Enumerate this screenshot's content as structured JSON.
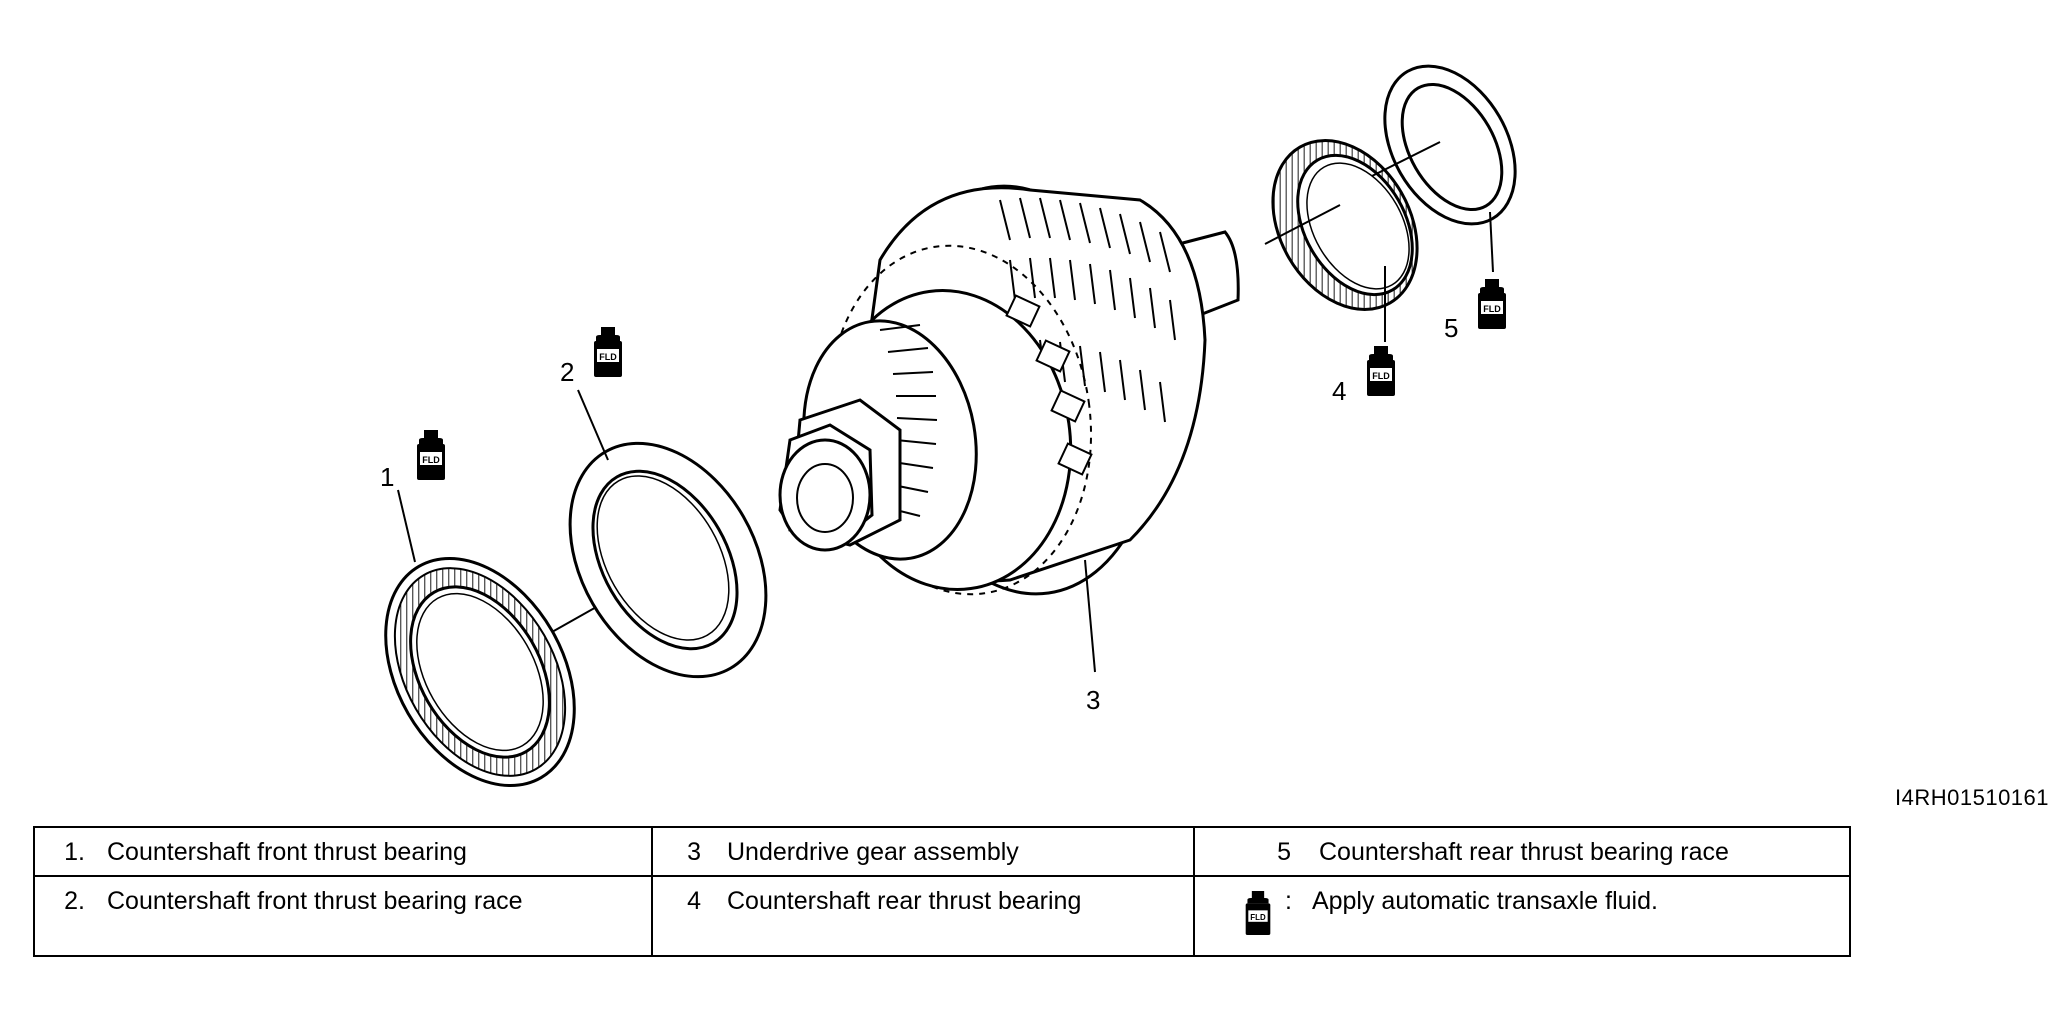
{
  "diagram": {
    "callouts": [
      "1",
      "2",
      "3",
      "4",
      "5"
    ],
    "fluid_icon_label": "FLD",
    "reference_code": "I4RH01510161"
  },
  "legend": {
    "rows": [
      [
        {
          "num": "1.",
          "text": "Countershaft front thrust bearing"
        },
        {
          "num": "3",
          "text": "Underdrive gear assembly"
        },
        {
          "num": "5",
          "text": "Countershaft rear thrust bearing race"
        }
      ],
      [
        {
          "num": "2.",
          "text": "Countershaft front thrust bearing race"
        },
        {
          "num": "4",
          "text": "Countershaft rear thrust bearing"
        },
        {
          "num": ":",
          "text": "Apply automatic transaxle fluid.",
          "icon": "fld-fluid-bottle-icon"
        }
      ]
    ]
  }
}
